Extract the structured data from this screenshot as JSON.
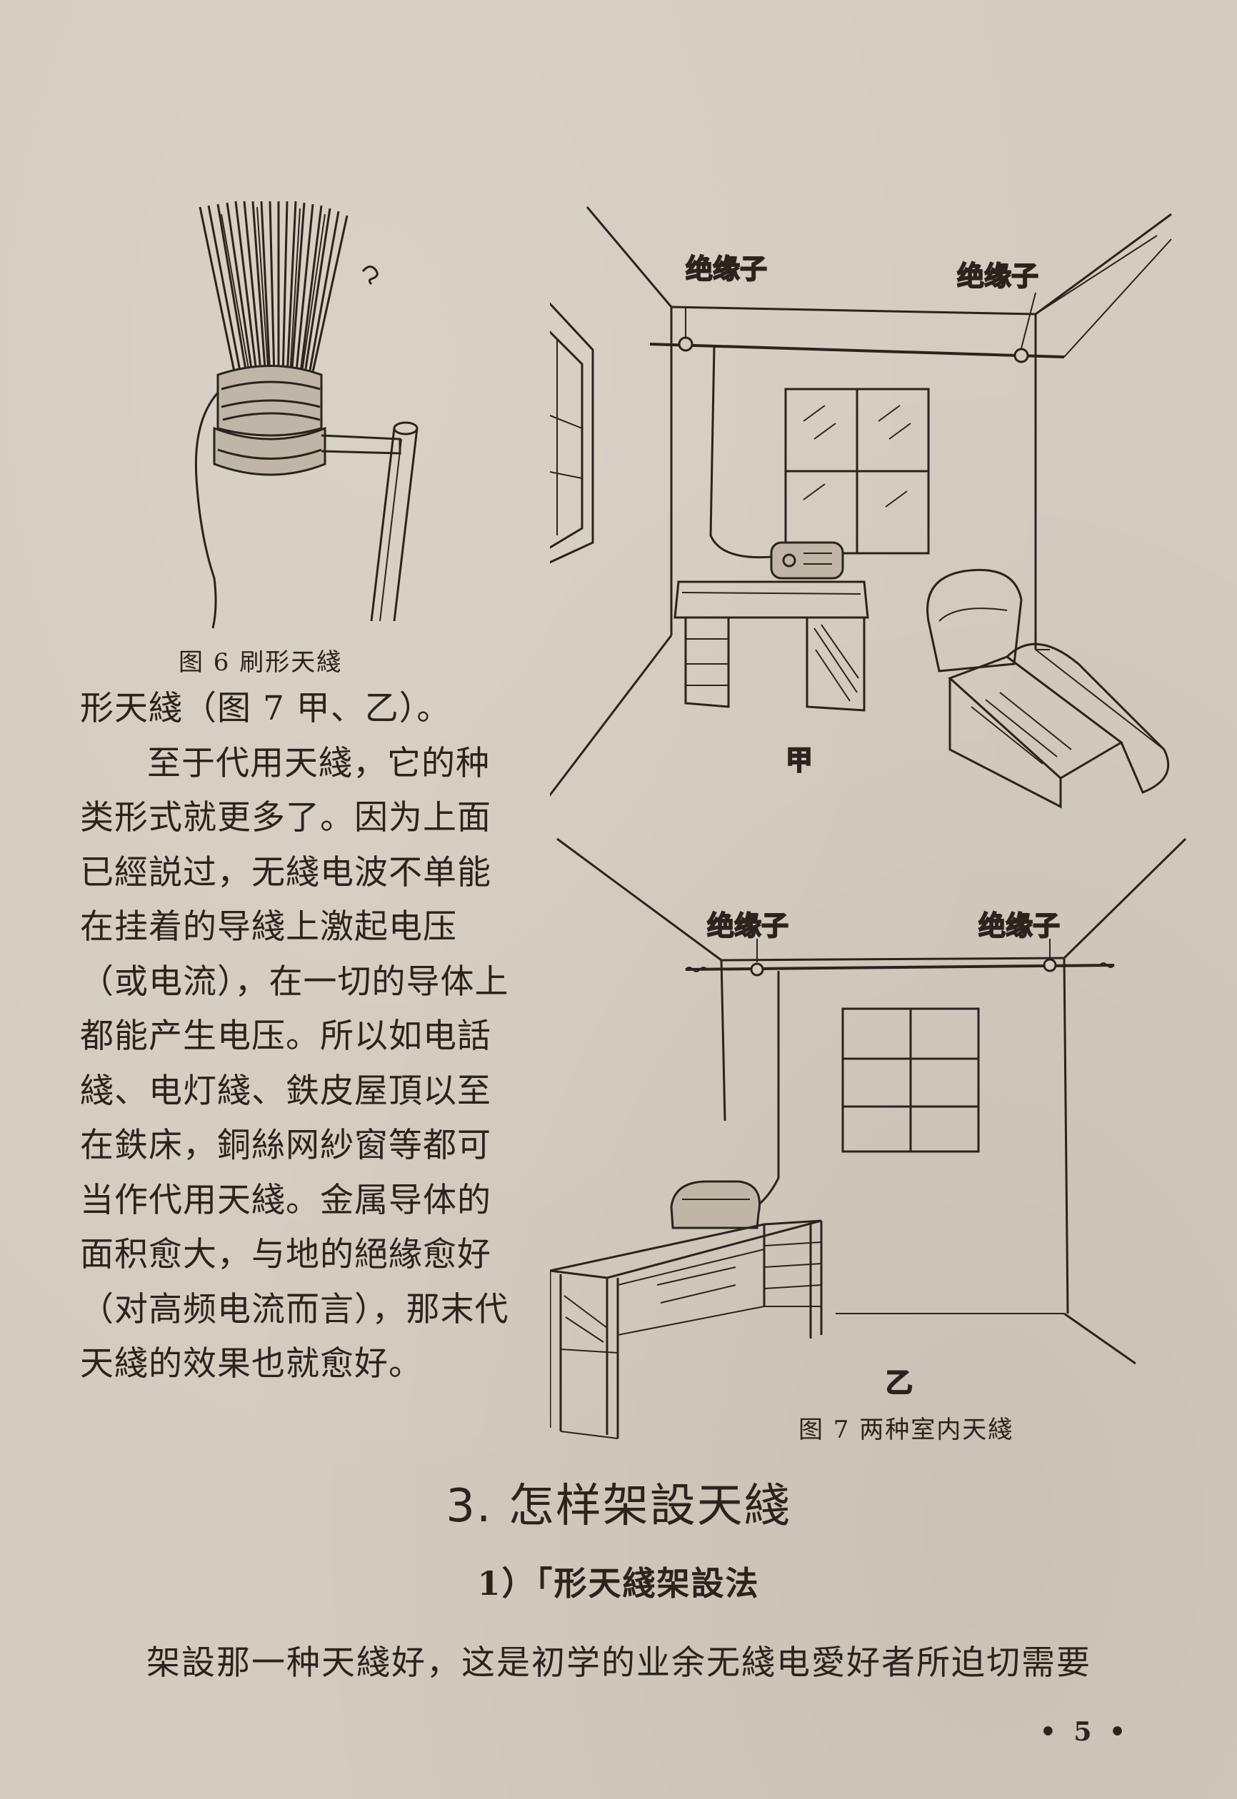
{
  "figure6": {
    "caption": "图 6   刷形天綫"
  },
  "figure7": {
    "caption": "图 7   两种室内天綫",
    "label_a": "甲",
    "label_b": "乙",
    "insulator_label": "绝缘子"
  },
  "body": {
    "lines": [
      "形天綫（图 7 甲、乙）。",
      "至于代用天綫，它的种",
      "类形式就更多了。因为上面",
      "已經説过，无綫电波不单能",
      "在挂着的导綫上激起电压",
      "（或电流），在一切的导体上",
      "都能产生电压。所以如电話",
      "綫、电灯綫、鉄皮屋頂以至",
      "在鉄床，銅絲网紗窗等都可",
      "当作代用天綫。金属导体的",
      "面积愈大，与地的絕緣愈好",
      "（对高频电流而言），那末代",
      "天綫的效果也就愈好。"
    ]
  },
  "section": {
    "title": "3. 怎样架設天綫",
    "subtitle": "1）「形天綫架設法",
    "last_line": "架設那一种天綫好，这是初学的业余无綫电愛好者所迫切需要"
  },
  "page_number": "• 5 •"
}
